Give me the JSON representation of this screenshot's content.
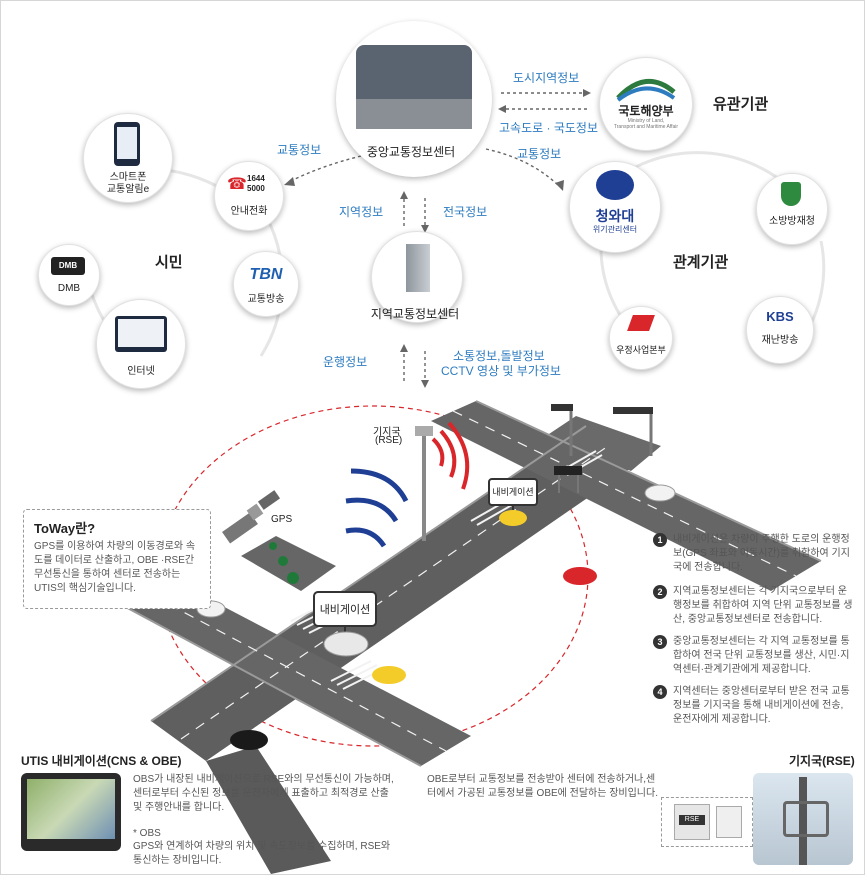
{
  "center": {
    "central": "중앙교통정보센터",
    "regional": "지역교통정보센터"
  },
  "flows": {
    "city_info": "도시지역정보",
    "highway_info": "고속도로 · 국도정보",
    "traffic_info_left": "교통정보",
    "traffic_info_right": "교통정보",
    "regional_info": "지역정보",
    "national_info": "전국정보",
    "operation_info": "운행정보",
    "traffic_incident": "소통정보,돌발정보",
    "cctv_info": "CCTV 영상 및 부가정보"
  },
  "agencies": {
    "related_title": "유관기관",
    "molit_name": "국토해양부",
    "molit_sub": "Ministry of Land,",
    "molit_sub2": "Transport and Maritime Affair",
    "gov_title": "관계기관",
    "bluehouse": "청와대",
    "bluehouse_sub": "위기관리센터",
    "fire": "소방방재청",
    "kbs_logo": "KBS",
    "kbs": "재난방송",
    "post": "우정사업본부"
  },
  "citizens": {
    "title": "시민",
    "smartphone": "스마트폰",
    "smartphone2": "교통알림e",
    "phone_number": "1644",
    "phone_number2": "5000",
    "phone": "안내전화",
    "dmb_logo": "DMB",
    "dmb": "DMB",
    "tbn_logo": "TBN",
    "tbn": "교통방송",
    "internet": "인터넷"
  },
  "road": {
    "rse_label": "기지국",
    "rse_label2": "(RSE)",
    "gps": "GPS",
    "nav_sign1": "내비게이션",
    "nav_sign2": "내비게이션"
  },
  "toway": {
    "title": "ToWay란?",
    "body": "GPS를 이용하여 차량의 이동경로와 속도를 데이터로 산출하고, OBE ·RSE간 무선통신을 통하여 센터로 전송하는 UTIS의 핵심기술입니다."
  },
  "steps": [
    {
      "n": "1",
      "text": "내비게이션은 차량이 주행한 도로의 운행정보(GPS 좌표와 이동시간)를 취합하여 기지국에 전송합니다."
    },
    {
      "n": "2",
      "text": "지역교통정보센터는 각 기지국으로부터 운행정보를 취합하여 지역 단위 교통정보를 생산, 중앙교통정보센터로 전송합니다."
    },
    {
      "n": "3",
      "text": "중앙교통정보센터는 각 지역 교통정보를 통합하여 전국 단위 교통정보를 생산, 시민·지역센터·관계기관에게 제공합니다."
    },
    {
      "n": "4",
      "text": "지역센터는 중앙센터로부터 받은 전국 교통정보를 기지국을 통해 내비게이션에 전송, 운전자에게 제공합니다."
    }
  ],
  "bottom": {
    "nav_title": "UTIS 내비게이션(CNS & OBE)",
    "nav_desc": "OBS가 내장된 내비게이션으로 RSE와의 무선통신이 가능하며, 센터로부터 수신된 정보를 운전자에게 표출하고 최적경로 산출 및 주행안내를 합니다.",
    "obs_title": "* OBS",
    "obs_desc": "GPS와 연계하여 차량의 위치 및 속도정보를 수집하며, RSE와 통신하는 장비입니다.",
    "obe_desc": "OBE로부터 교통정보를 전송받아 센터에 전송하거나,센터에서 가공된 교통정보를 OBE에 전달하는 장비입니다.",
    "rse_title": "기지국(RSE)",
    "rse_box": "RSE"
  },
  "colors": {
    "accent_blue": "#2e7cc0",
    "road": "#6d6d6d",
    "signal_red": "#d9262b",
    "signal_blue": "#1f3f95",
    "gps_green": "#1f7a3a"
  }
}
